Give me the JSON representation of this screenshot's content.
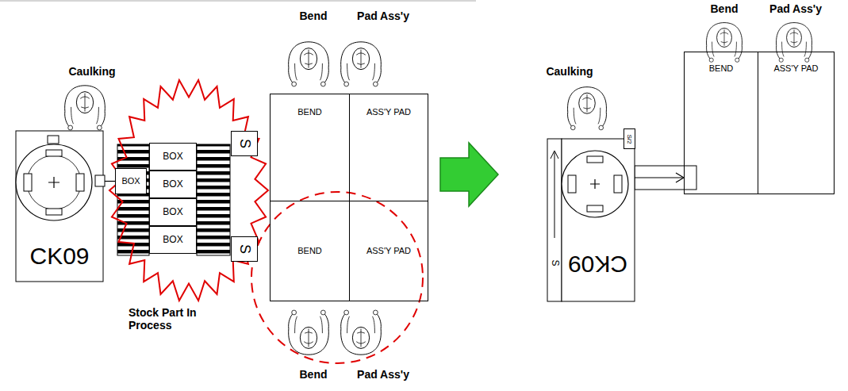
{
  "diagram": {
    "nodes": [
      {
        "text": [
          "CK09"
        ]
      },
      {
        "text": [
          "BOX"
        ]
      },
      {
        "text": [
          "BOX"
        ]
      },
      {
        "text": [
          "BOX"
        ]
      },
      {
        "text": [
          "BOX"
        ]
      },
      {
        "text": [
          "BOX"
        ]
      },
      {
        "text": [
          "S"
        ]
      },
      {
        "text": [
          "S"
        ]
      },
      {
        "text": [
          "BEND"
        ]
      },
      {
        "text": [
          "ASS'Y PAD"
        ]
      },
      {
        "text": [
          "BEND"
        ]
      },
      {
        "text": [
          "ASS'Y PAD"
        ]
      },
      {
        "text": [
          "CK09"
        ]
      },
      {
        "text": [
          "S"
        ]
      },
      {
        "text": [
          "S/2"
        ]
      },
      {
        "text": [
          "BEND"
        ]
      },
      {
        "text": [
          "ASS'Y PAD"
        ]
      }
    ],
    "edges": [
      {
        "from": 0,
        "to": 1,
        "arrow": "none"
      },
      {
        "from": 12,
        "to": 15,
        "arrow": "to"
      }
    ],
    "labels": [
      "Caulking",
      "Bend",
      "Pad Ass'y",
      "Stock Part In Process",
      "Bend",
      "Pad Ass'y",
      "Caulking",
      "Bend",
      "Pad Ass'y"
    ]
  }
}
